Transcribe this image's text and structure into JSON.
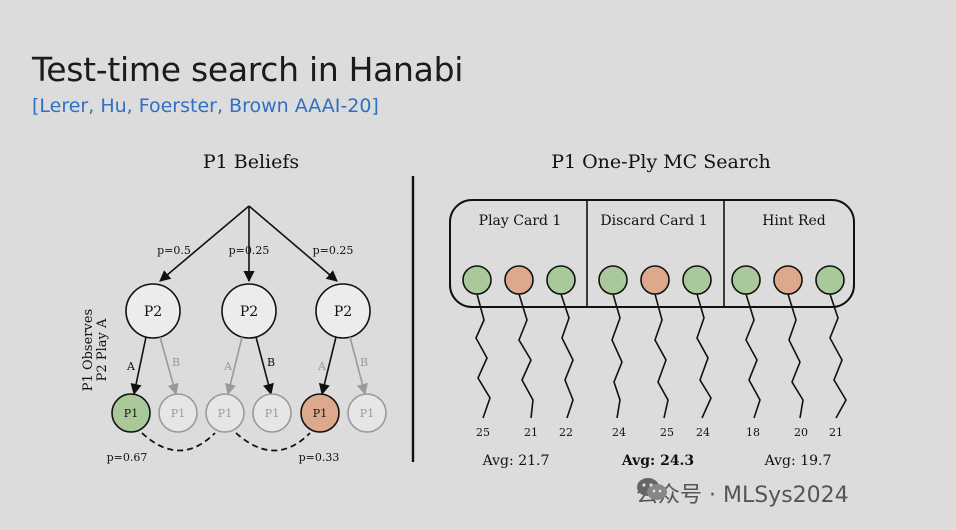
{
  "slide": {
    "title": "Test-time search in Hanabi",
    "citation": "[Lerer, Hu, Foerster, Brown AAAI-20]"
  },
  "beliefs": {
    "heading": "P1 Beliefs",
    "side_label_line1": "P1 Observes",
    "side_label_line2": "P2 Play A",
    "branch_probs": [
      "p=0.5",
      "p=0.25",
      "p=0.25"
    ],
    "p2_label": "P2",
    "action_a": "A",
    "action_b": "B",
    "p1_label": "P1",
    "p_left": "p=0.67",
    "p_right": "p=0.33"
  },
  "search": {
    "heading": "P1 One-Ply MC Search",
    "groups": [
      {
        "name": "Play Card 1",
        "values": [
          "25",
          "21",
          "22"
        ],
        "avg": "Avg: 21.7"
      },
      {
        "name": "Discard Card 1",
        "values": [
          "24",
          "25",
          "24"
        ],
        "avg": "Avg: 24.3"
      },
      {
        "name": "Hint Red",
        "values": [
          "18",
          "20",
          "21"
        ],
        "avg": "Avg: 19.7"
      }
    ]
  },
  "colors": {
    "green": "#a9c99b",
    "orange": "#dca98d",
    "grey_line": "#9a9a9a",
    "accent_blue": "#2f6fc4"
  },
  "watermark": {
    "text": "公众号 · MLSys2024",
    "icon": "wechat-icon"
  }
}
